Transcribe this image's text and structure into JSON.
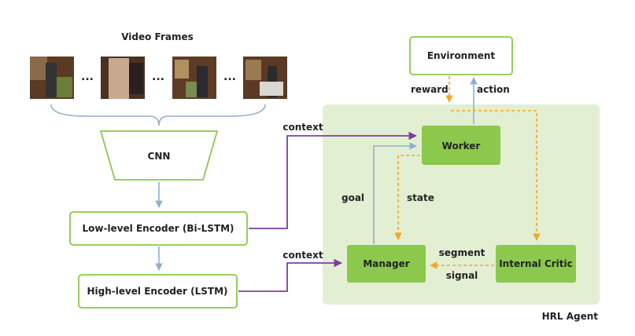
{
  "video": {
    "title": "Video Frames",
    "frames": [
      "frame-1",
      "frame-2",
      "frame-3",
      "frame-4"
    ],
    "ellipsis": "..."
  },
  "cnn": {
    "label": "CNN"
  },
  "encoders": {
    "low": "Low-level Encoder (Bi-LSTM)",
    "high": "High-level Encoder (LSTM)"
  },
  "agent": {
    "label": "HRL Agent",
    "worker": "Worker",
    "manager": "Manager",
    "critic": "Internal Critic",
    "environment": "Environment"
  },
  "edges": {
    "context_top": "context",
    "context_bottom": "context",
    "reward": "reward",
    "action": "action",
    "goal": "goal",
    "state": "state",
    "segment": "segment",
    "signal": "signal"
  },
  "colors": {
    "agent_bg": "#e3efd3",
    "node_green": "#8cc84b",
    "node_border": "#8cc84b",
    "context_purple": "#7b3fa0",
    "dashed_orange": "#f5a623",
    "flow_blue": "#8fb1cf"
  }
}
